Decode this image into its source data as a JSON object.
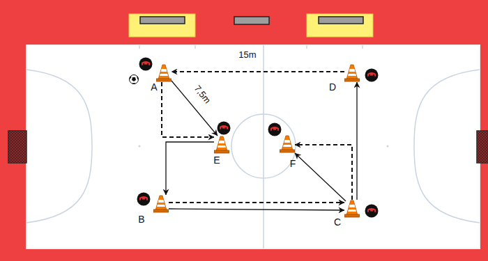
{
  "diagram": {
    "nodes": [
      {
        "text": [
          "A"
        ]
      },
      {
        "text": [
          "D"
        ]
      },
      {
        "text": [
          "E"
        ]
      },
      {
        "text": [
          "F"
        ]
      },
      {
        "text": [
          "B"
        ]
      },
      {
        "text": [
          "C"
        ]
      }
    ],
    "edges": [
      {
        "from": 1,
        "to": 0,
        "arrow": "to",
        "label": "15m"
      },
      {
        "from": 0,
        "to": 2,
        "arrow": "to",
        "label": "7,5m"
      },
      {
        "from": 0,
        "to": 2,
        "arrow": "to"
      },
      {
        "from": 2,
        "to": 4,
        "arrow": "to"
      },
      {
        "from": 4,
        "to": 5,
        "arrow": "to"
      },
      {
        "from": 4,
        "to": 5,
        "arrow": "to"
      },
      {
        "from": 5,
        "to": 3,
        "arrow": "to"
      },
      {
        "from": 5,
        "to": 3,
        "arrow": "to"
      },
      {
        "from": 5,
        "to": 1,
        "arrow": "to"
      }
    ]
  }
}
